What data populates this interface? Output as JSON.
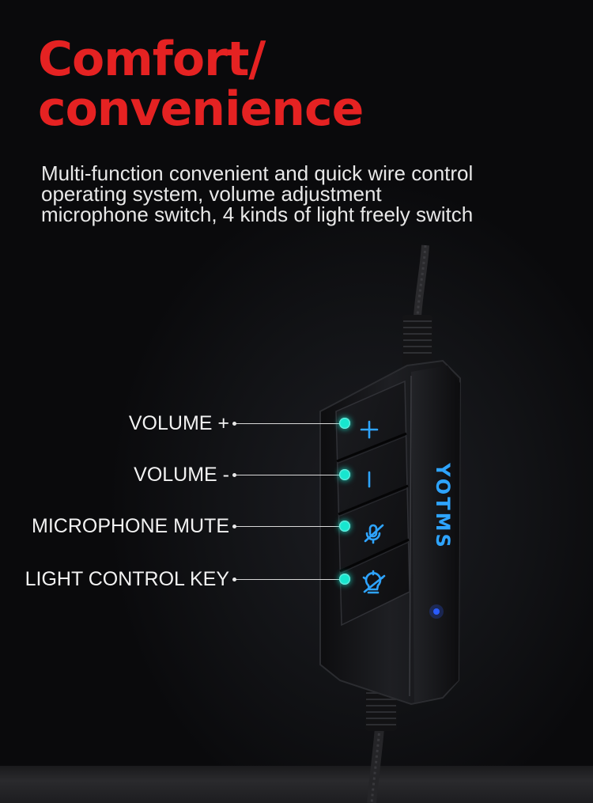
{
  "headline": {
    "line1": "Comfort/",
    "line2": "convenience"
  },
  "description": {
    "line1": "Multi-function convenient and quick wire control",
    "line2": "operating system, volume adjustment",
    "line3": "microphone switch, 4 kinds of light freely switch"
  },
  "callouts": [
    {
      "label": "VOLUME +",
      "icon": "plus-icon"
    },
    {
      "label": "VOLUME -",
      "icon": "minus-icon"
    },
    {
      "label": "MICROPHONE MUTE",
      "icon": "mic-mute-icon"
    },
    {
      "label": "LIGHT CONTROL KEY",
      "icon": "lightbulb-icon"
    }
  ],
  "device": {
    "brand": "YOTMS",
    "accent_color": "#17e6cf",
    "indicator_color": "#2a5cff"
  }
}
